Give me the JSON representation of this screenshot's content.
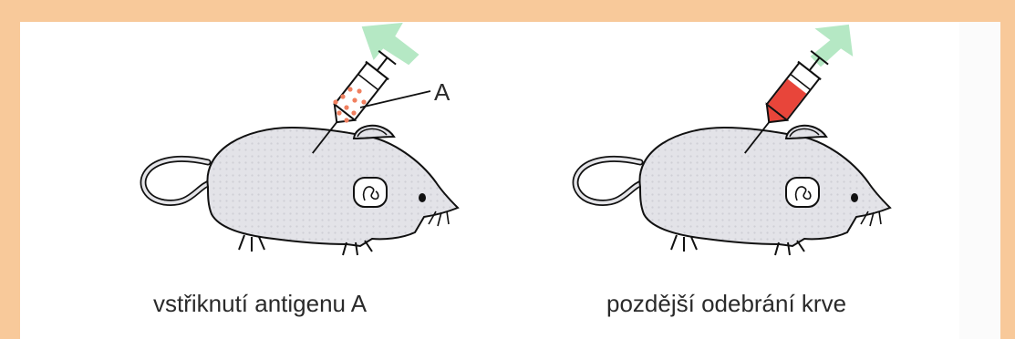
{
  "diagram": {
    "left_panel": {
      "caption": "vstřiknutí antigenu A",
      "syringe_label": "A"
    },
    "right_panel": {
      "caption": "pozdější odebrání krve"
    }
  },
  "colors": {
    "page_border": "#f8c99a",
    "mouse_fill": "#e4e4e8",
    "outline": "#111111",
    "arrow_green": "#b5e8c4",
    "antigen_dots": "#f08060",
    "blood_red": "#e8453a"
  }
}
